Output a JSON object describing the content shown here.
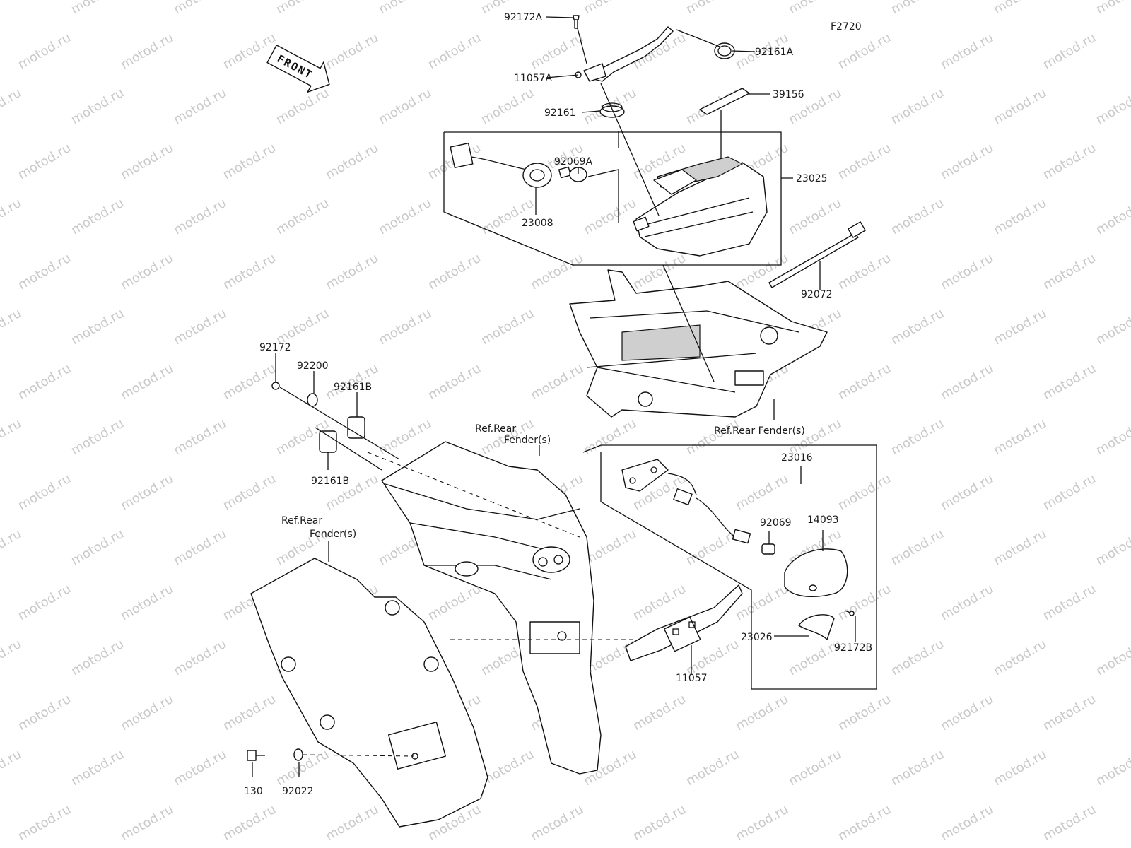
{
  "figure_code": "F2720",
  "front_label": "FRONT",
  "watermark": "motod.ru",
  "parts": {
    "p92172A": "92172A",
    "p92161A": "92161A",
    "p11057A": "11057A",
    "p39156": "39156",
    "p92161": "92161",
    "p92069A": "92069A",
    "p23025": "23025",
    "p23008": "23008",
    "p92072": "92072",
    "p92172": "92172",
    "p92200": "92200",
    "p92161B_top": "92161B",
    "p92161B_bottom": "92161B",
    "p23016": "23016",
    "p92069": "92069",
    "p14093": "14093",
    "p23026": "23026",
    "p92172B": "92172B",
    "p11057": "11057",
    "p130": "130",
    "p92022": "92022"
  },
  "refs": {
    "rear_fender_right": "Ref.Rear Fender(s)",
    "rear_fender_center_line1": "Ref.Rear",
    "rear_fender_center_line2": "Fender(s)",
    "rear_fender_left_line1": "Ref.Rear",
    "rear_fender_left_line2": "Fender(s)"
  }
}
